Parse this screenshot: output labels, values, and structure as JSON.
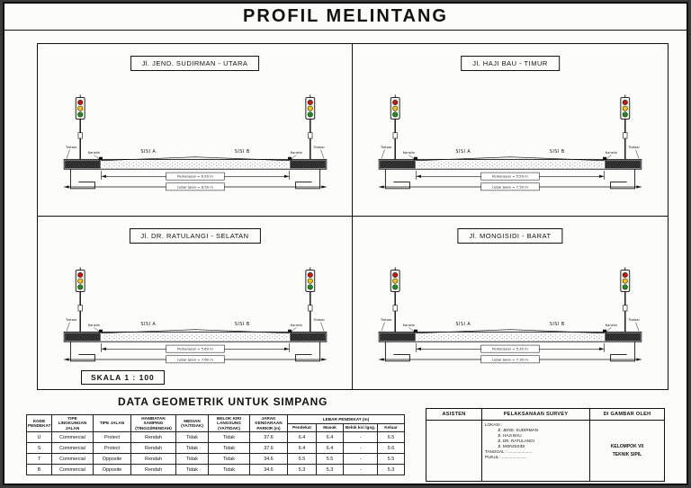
{
  "page": {
    "title": "PROFIL MELINTANG",
    "skala": "SKALA 1 : 100"
  },
  "colors": {
    "light_red": "#cc1711",
    "light_yellow": "#eec400",
    "light_green": "#1d8f1d",
    "line": "#111111"
  },
  "sections": [
    {
      "street": "Jl. JEND. SUDIRMAN - UTARA",
      "sisi_a": "SISI A",
      "sisi_b": "SISI B",
      "dim1": "Perkerasan = 6.50 m",
      "dim2": "Lebar Jalan = 8.50 m"
    },
    {
      "street": "Jl. HAJI BAU - TIMUR",
      "sisi_a": "SISI A",
      "sisi_b": "SISI B",
      "dim1": "Perkerasan = 5.50 m",
      "dim2": "Lebar Jalan = 7.50 m"
    },
    {
      "street": "Jl. DR. RATULANGI - SELATAN",
      "sisi_a": "SISI A",
      "sisi_b": "SISI B",
      "dim1": "Perkerasan = 5.60 m",
      "dim2": "Lebar Jalan = 7.60 m"
    },
    {
      "street": "Jl. MONGISIDI - BARAT",
      "sisi_a": "SISI A",
      "sisi_b": "SISI B",
      "dim1": "Perkerasan = 5.30 m",
      "dim2": "Lebar Jalan = 7.30 m"
    }
  ],
  "xsection_labels": {
    "trotoar": "Trotoar",
    "kanstin": "Kanstin"
  },
  "geo_table": {
    "title": "DATA GEOMETRIK UNTUK SIMPANG",
    "headers": [
      "KODE PENDEKAT",
      "TIPE LINGKUNGAN JALAN",
      "TIPE JALAN",
      "HAMBATAN SAMPING (TINGGI/RENDAH)",
      "MEDIAN (YA/TIDAK)",
      "BELOK KIRI LANGSUNG (YA/TIDAK)",
      "JARAK KENDARAAN PARKIR (m)",
      "LEBAR PENDEKAT (m)"
    ],
    "subheaders": [
      "Pendekat",
      "Masuk",
      "Belok kiri lgsg.",
      "Keluar"
    ],
    "rows": [
      [
        "U",
        "Commercial",
        "Protect",
        "Rendah",
        "Tidak",
        "Tidak",
        "37.6",
        "6.4",
        "6.4",
        "-",
        "6.5"
      ],
      [
        "S",
        "Commercial",
        "Protect",
        "Rendah",
        "Tidak",
        "Tidak",
        "37.6",
        "6.4",
        "6.4",
        "-",
        "5.6"
      ],
      [
        "T",
        "Commercial",
        "Opposite",
        "Rendah",
        "Tidak",
        "Tidak",
        "34.6",
        "5.5",
        "5.5",
        "-",
        "5.5"
      ],
      [
        "B",
        "Commercial",
        "Opposite",
        "Rendah",
        "Tidak",
        "Tidak",
        "34.6",
        "5.3",
        "5.3",
        "-",
        "5.3"
      ]
    ]
  },
  "title_block": {
    "headers": [
      "ASISTEN",
      "PELAKSANAAN SURVEY",
      "DI GAMBAR OLEH"
    ],
    "lokasi_label": "LOKASI :",
    "lokasi": [
      "Jl. JEND. SUDIRMAN",
      "Jl. HAJI BAU",
      "Jl. DR. RATULANGI",
      "Jl. MONGISIDI"
    ],
    "tanggal": "TANGGAL : .....................",
    "pukul": "PUKUL   : .....................",
    "drawn_by": [
      "KELOMPOK VII",
      "TEKNIK SIPIL"
    ]
  }
}
